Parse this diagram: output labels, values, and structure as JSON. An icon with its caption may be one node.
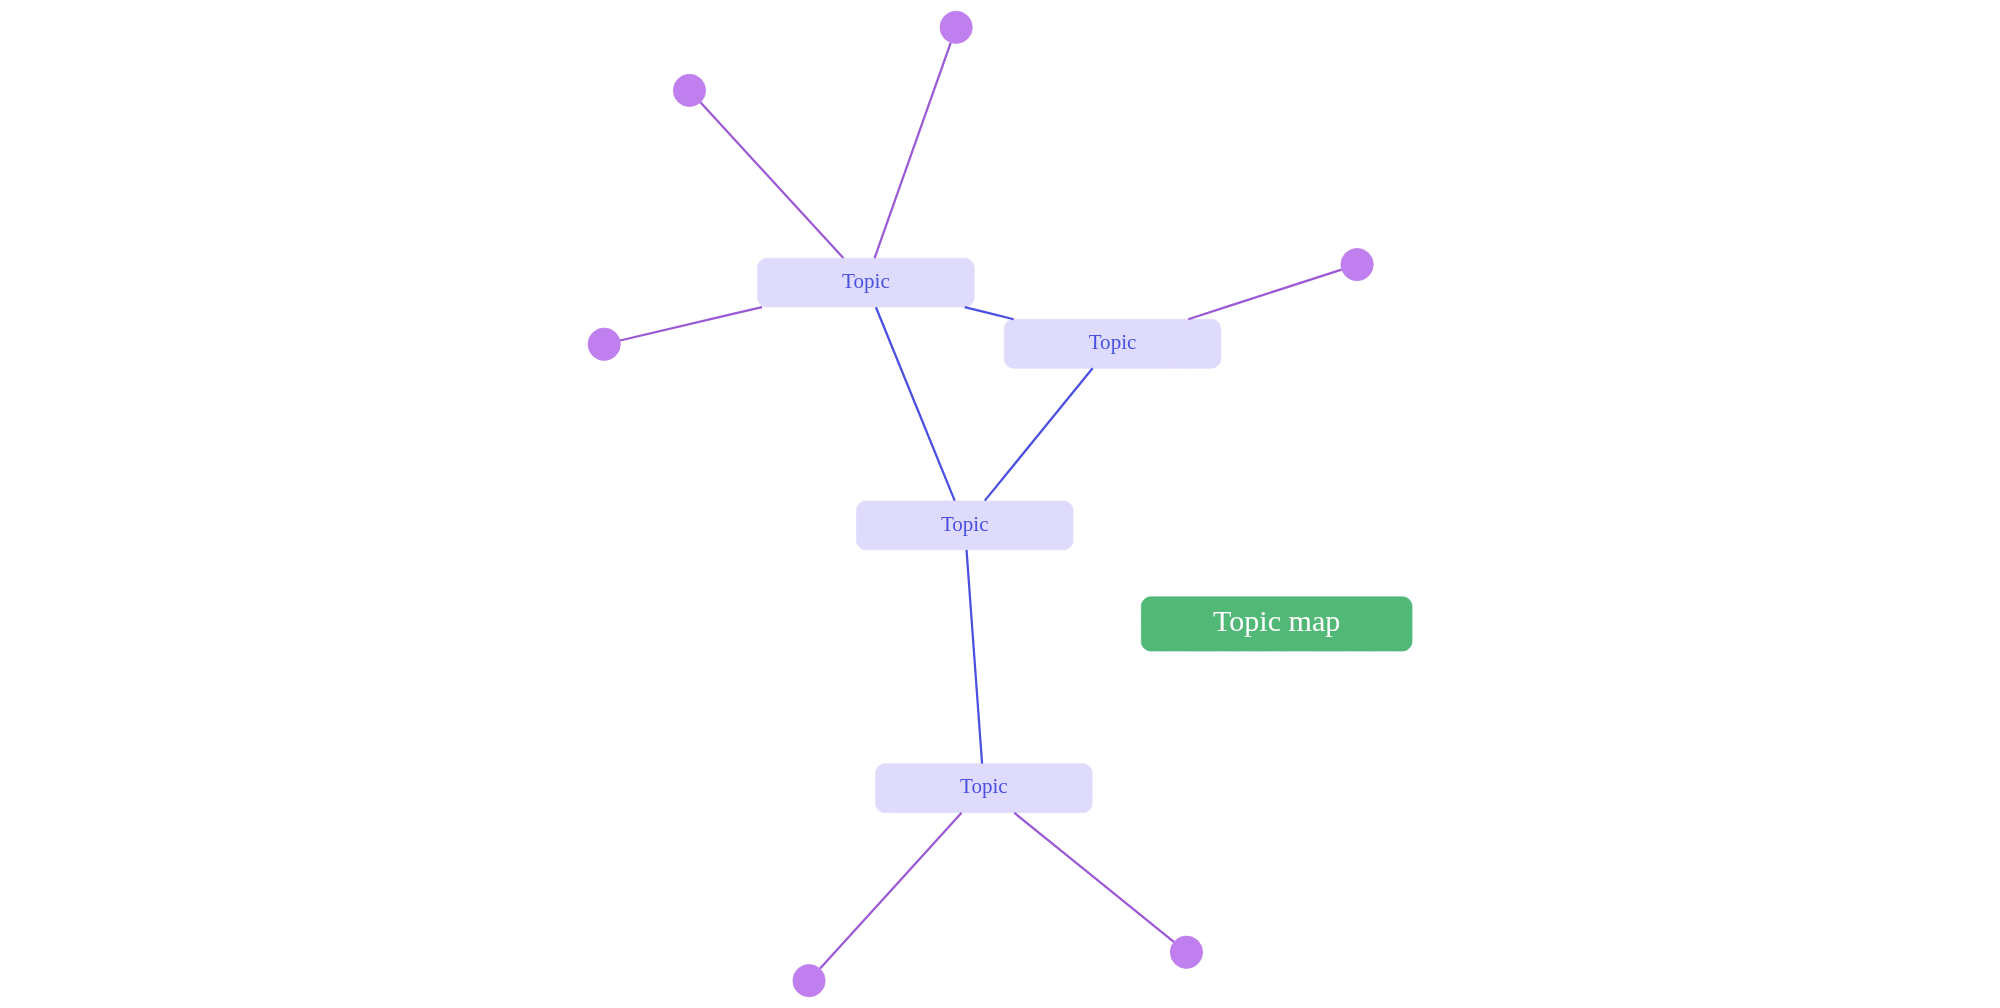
{
  "diagram": {
    "nodes": [
      {
        "text": [
          "Topic map"
        ]
      },
      {
        "text": [
          "Topic"
        ]
      },
      {
        "text": [
          "Topic"
        ]
      },
      {
        "text": [
          "Topic"
        ]
      },
      {
        "text": [
          "Topic"
        ]
      },
      {
        "text": [],
        "shape": "circle"
      },
      {
        "text": [],
        "shape": "circle"
      },
      {
        "text": [],
        "shape": "circle"
      },
      {
        "text": [],
        "shape": "circle"
      },
      {
        "text": [],
        "shape": "circle"
      },
      {
        "text": [],
        "shape": "circle"
      }
    ],
    "edges": [
      {
        "from": 1,
        "to": 2,
        "arrow": "none",
        "color": "#4b50e0"
      },
      {
        "from": 1,
        "to": 4,
        "arrow": "none",
        "color": "#4b50e0"
      },
      {
        "from": 2,
        "to": 4,
        "arrow": "none",
        "color": "#4b50e0"
      },
      {
        "from": 3,
        "to": 4,
        "arrow": "none",
        "color": "#4b50e0"
      },
      {
        "from": 1,
        "to": 5,
        "arrow": "none"
      },
      {
        "from": 2,
        "to": 6,
        "arrow": "none"
      },
      {
        "from": 2,
        "to": 7,
        "arrow": "none"
      },
      {
        "from": 2,
        "to": 8,
        "arrow": "none"
      },
      {
        "from": 3,
        "to": 9,
        "arrow": "none"
      },
      {
        "from": 3,
        "to": 10,
        "arrow": "none"
      }
    ]
  }
}
